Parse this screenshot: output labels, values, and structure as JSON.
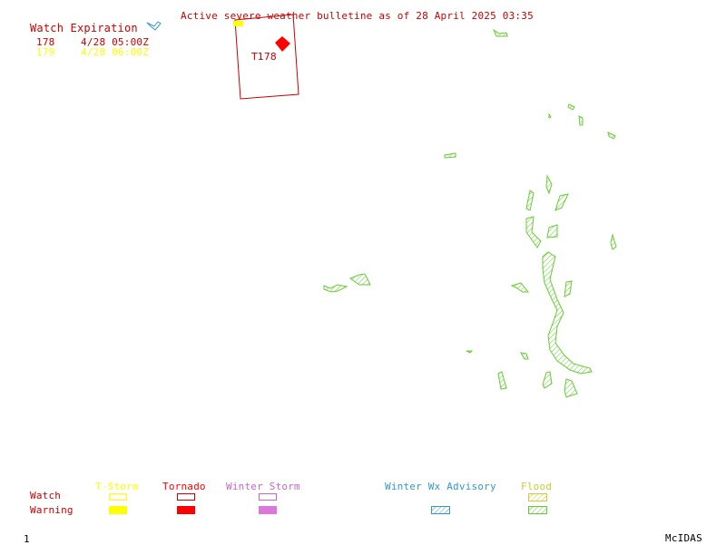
{
  "header": {
    "title": "Active severe weather bulletine as of 28 April 2025 03:35",
    "title_color": "#cc0000"
  },
  "watch_expiration": {
    "heading": "Watch Expiration",
    "heading_color": "#cc0000",
    "rows": [
      {
        "id": "178",
        "time": "4/28 05:00Z",
        "color": "#cc0000"
      },
      {
        "id": "179",
        "time": "4/28 06:00Z",
        "color": "#ffff00"
      }
    ]
  },
  "map": {
    "watch_box_label": "T178",
    "watch_box_color": "#cc0000",
    "flood_color": "#66cc33",
    "winter_advisory_color": "#3399cc",
    "tornado_warning_color": "#ff0000",
    "tstorm_color": "#ffff00"
  },
  "legend": {
    "row_labels": {
      "watch": "Watch",
      "warning": "Warning"
    },
    "row_label_color": "#cc0000",
    "categories": [
      {
        "name": "T-Storm",
        "color": "#ffff00",
        "watch_style": "outline",
        "warning_style": "filled"
      },
      {
        "name": "Tornado",
        "color": "#ff0000",
        "watch_style": "outline",
        "warning_style": "filled"
      },
      {
        "name": "Winter Storm",
        "color": "#cc66cc",
        "watch_style": "outline",
        "warning_style": "filled"
      },
      {
        "name": "Winter Wx Advisory",
        "color": "#3399cc",
        "watch_style": "none",
        "warning_style": "hatched"
      },
      {
        "name": "Flood",
        "color": "#cccc33",
        "watch_style": "hatched",
        "warning_style": "hatched-green"
      }
    ]
  },
  "footer": {
    "frame_number": "1",
    "brand": "McIDAS"
  }
}
